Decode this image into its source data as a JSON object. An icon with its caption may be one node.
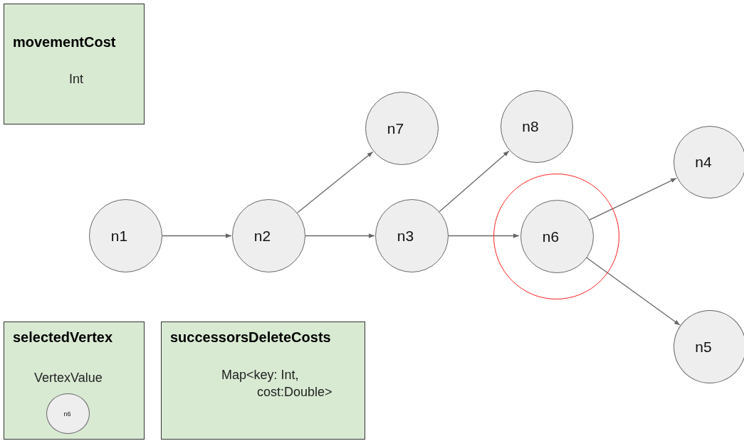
{
  "diagram": {
    "nodes": [
      {
        "text": [
          "movementCost",
          "Int"
        ]
      },
      {
        "text": [
          "n7"
        ]
      },
      {
        "text": [
          "n8"
        ]
      },
      {
        "text": [
          "n4"
        ]
      },
      {
        "text": [
          "n1"
        ]
      },
      {
        "text": [
          "n2"
        ]
      },
      {
        "text": [
          "n3"
        ]
      },
      {
        "text": [],
        "shape": "circle"
      },
      {
        "text": [
          "n6"
        ],
        "in": 7
      },
      {
        "text": [
          "n5"
        ]
      },
      {
        "text": [
          "selectedVertex",
          "VertexValue"
        ]
      },
      {
        "text": [
          "n6"
        ],
        "in": 10
      },
      {
        "text": [
          "successorsDeleteCosts",
          "Map<key: Int, cost:Double>"
        ]
      }
    ],
    "edges": [
      {
        "from": 4,
        "to": 5,
        "arrow": "to"
      },
      {
        "from": 5,
        "to": 1,
        "arrow": "to"
      },
      {
        "from": 5,
        "to": 6,
        "arrow": "to"
      },
      {
        "from": 6,
        "to": 2,
        "arrow": "to"
      },
      {
        "from": 6,
        "to": 8,
        "arrow": "to"
      },
      {
        "from": 8,
        "to": 3,
        "arrow": "to"
      },
      {
        "from": 8,
        "to": 9,
        "arrow": "to"
      }
    ]
  }
}
